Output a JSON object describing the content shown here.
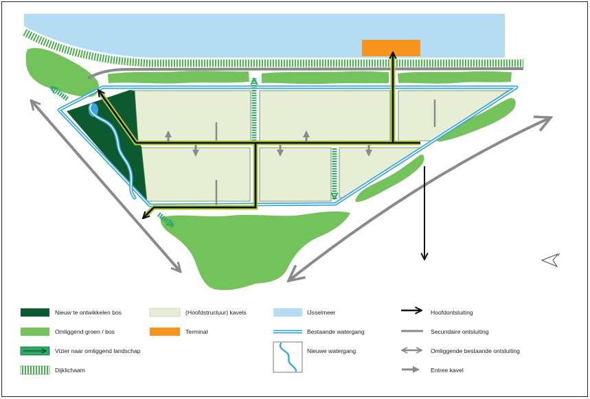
{
  "legend": {
    "items": [
      {
        "label": "Nieuw te ontwikkelen bos",
        "color": "#0d5a30",
        "icon": "dark-green-swatch"
      },
      {
        "label": "Omliggend groen / bos",
        "color": "#74c25c",
        "icon": "green-swatch"
      },
      {
        "label": "Vizier naar omliggend landschap",
        "color": "#2ea865",
        "icon": "sightline-arrow-icon"
      },
      {
        "label": "Dijklichaam",
        "color": "#4cae4c",
        "icon": "striped-swatch"
      },
      {
        "label": "(Hoofdstructuur) kavels",
        "color": "#e6efd6",
        "icon": "light-green-swatch"
      },
      {
        "label": "Terminal",
        "color": "#f7941d",
        "icon": "orange-swatch"
      },
      {
        "label": "IJsselmeer",
        "color": "#b4dcf2",
        "icon": "light-blue-swatch"
      },
      {
        "label": "Bestaande watergang",
        "color": "#3aa6df",
        "icon": "blue-double-line-icon"
      },
      {
        "label": "Nieuwe watergang",
        "color": "#3aa6df",
        "icon": "meander-icon"
      },
      {
        "label": "Hoofdontsluiting",
        "color": "#111111",
        "icon": "black-arrow-icon"
      },
      {
        "label": "Secundaire ontsluiting",
        "color": "#8a8a8a",
        "icon": "grey-line-icon"
      },
      {
        "label": "Omliggende bestaande ontsluiting",
        "color": "#8a8a8a",
        "icon": "grey-double-arrow-icon"
      },
      {
        "label": "Entree kavel",
        "color": "#8a8a8a",
        "icon": "grey-arrow-icon"
      }
    ]
  },
  "map": {
    "main_road_outline_color": "#b0cd3a",
    "parcel_outline_color": "#5b7a50"
  }
}
